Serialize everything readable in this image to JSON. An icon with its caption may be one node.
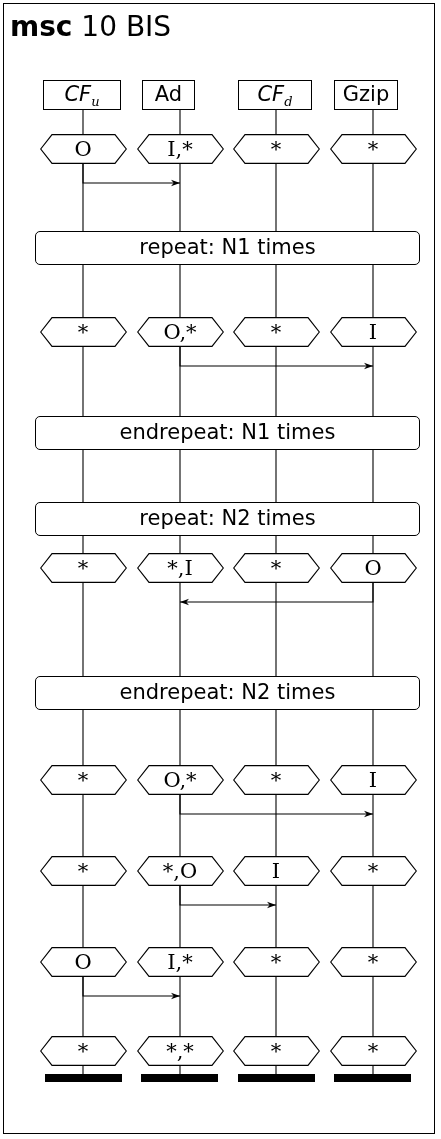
{
  "diagram": {
    "title": "**msc** 10 BIS",
    "nodes": [
      {
        "text": [
          "*CF*$_{u}$"
        ]
      },
      {
        "text": [
          "Ad"
        ]
      },
      {
        "text": [
          "*CF*$_{d}$"
        ]
      },
      {
        "text": [
          "Gzip"
        ]
      },
      {
        "text": [
          "O"
        ]
      },
      {
        "text": [
          "I,*"
        ]
      },
      {
        "text": [
          "*"
        ]
      },
      {
        "text": [
          "*"
        ]
      },
      {
        "text": [
          "repeat: N1 times"
        ]
      },
      {
        "text": [
          "*"
        ]
      },
      {
        "text": [
          "O,*"
        ]
      },
      {
        "text": [
          "*"
        ]
      },
      {
        "text": [
          "I"
        ]
      },
      {
        "text": [
          "endrepeat: N1 times"
        ]
      },
      {
        "text": [
          "repeat: N2 times"
        ]
      },
      {
        "text": [
          "*"
        ]
      },
      {
        "text": [
          "*,I"
        ]
      },
      {
        "text": [
          "*"
        ]
      },
      {
        "text": [
          "O"
        ]
      },
      {
        "text": [
          "endrepeat: N2 times"
        ]
      },
      {
        "text": [
          "*"
        ]
      },
      {
        "text": [
          "O,*"
        ]
      },
      {
        "text": [
          "*"
        ]
      },
      {
        "text": [
          "I"
        ]
      },
      {
        "text": [
          "*"
        ]
      },
      {
        "text": [
          "*,O"
        ]
      },
      {
        "text": [
          "I"
        ]
      },
      {
        "text": [
          "*"
        ]
      },
      {
        "text": [
          "O"
        ]
      },
      {
        "text": [
          "I,*"
        ]
      },
      {
        "text": [
          "*"
        ]
      },
      {
        "text": [
          "*"
        ]
      },
      {
        "text": [
          "*"
        ]
      },
      {
        "text": [
          "*,*"
        ]
      },
      {
        "text": [
          "*"
        ]
      },
      {
        "text": [
          "*"
        ]
      },
      {
        "text": [],
        "shape": "bar"
      },
      {
        "text": [],
        "shape": "bar"
      },
      {
        "text": [],
        "shape": "bar"
      },
      {
        "text": [],
        "shape": "bar"
      }
    ],
    "edges": [
      {
        "from": 0,
        "to": 4,
        "arrow": "none"
      },
      {
        "from": 4,
        "to": 8,
        "arrow": "none"
      },
      {
        "from": 8,
        "to": 9,
        "arrow": "none"
      },
      {
        "from": 9,
        "to": 13,
        "arrow": "none"
      },
      {
        "from": 13,
        "to": 14,
        "arrow": "none"
      },
      {
        "from": 14,
        "to": 15,
        "arrow": "none"
      },
      {
        "from": 15,
        "to": 19,
        "arrow": "none"
      },
      {
        "from": 19,
        "to": 20,
        "arrow": "none"
      },
      {
        "from": 20,
        "to": 24,
        "arrow": "none"
      },
      {
        "from": 24,
        "to": 28,
        "arrow": "none"
      },
      {
        "from": 28,
        "to": 32,
        "arrow": "none"
      },
      {
        "from": 32,
        "to": 36,
        "arrow": "none"
      },
      {
        "from": 1,
        "to": 5,
        "arrow": "none"
      },
      {
        "from": 5,
        "to": 8,
        "arrow": "none"
      },
      {
        "from": 8,
        "to": 10,
        "arrow": "none"
      },
      {
        "from": 10,
        "to": 13,
        "arrow": "none"
      },
      {
        "from": 13,
        "to": 14,
        "arrow": "none"
      },
      {
        "from": 14,
        "to": 16,
        "arrow": "none"
      },
      {
        "from": 16,
        "to": 19,
        "arrow": "none"
      },
      {
        "from": 19,
        "to": 21,
        "arrow": "none"
      },
      {
        "from": 21,
        "to": 25,
        "arrow": "none"
      },
      {
        "from": 25,
        "to": 29,
        "arrow": "none"
      },
      {
        "from": 29,
        "to": 33,
        "arrow": "none"
      },
      {
        "from": 33,
        "to": 37,
        "arrow": "none"
      },
      {
        "from": 2,
        "to": 6,
        "arrow": "none"
      },
      {
        "from": 6,
        "to": 8,
        "arrow": "none"
      },
      {
        "from": 8,
        "to": 11,
        "arrow": "none"
      },
      {
        "from": 11,
        "to": 13,
        "arrow": "none"
      },
      {
        "from": 13,
        "to": 14,
        "arrow": "none"
      },
      {
        "from": 14,
        "to": 17,
        "arrow": "none"
      },
      {
        "from": 17,
        "to": 19,
        "arrow": "none"
      },
      {
        "from": 19,
        "to": 22,
        "arrow": "none"
      },
      {
        "from": 22,
        "to": 26,
        "arrow": "none"
      },
      {
        "from": 26,
        "to": 30,
        "arrow": "none"
      },
      {
        "from": 30,
        "to": 34,
        "arrow": "none"
      },
      {
        "from": 34,
        "to": 38,
        "arrow": "none"
      },
      {
        "from": 3,
        "to": 7,
        "arrow": "none"
      },
      {
        "from": 7,
        "to": 8,
        "arrow": "none"
      },
      {
        "from": 8,
        "to": 12,
        "arrow": "none"
      },
      {
        "from": 12,
        "to": 13,
        "arrow": "none"
      },
      {
        "from": 13,
        "to": 14,
        "arrow": "none"
      },
      {
        "from": 14,
        "to": 18,
        "arrow": "none"
      },
      {
        "from": 18,
        "to": 19,
        "arrow": "none"
      },
      {
        "from": 19,
        "to": 23,
        "arrow": "none"
      },
      {
        "from": 23,
        "to": 27,
        "arrow": "none"
      },
      {
        "from": 27,
        "to": 31,
        "arrow": "none"
      },
      {
        "from": 31,
        "to": 35,
        "arrow": "none"
      },
      {
        "from": 35,
        "to": 39,
        "arrow": "none"
      },
      {
        "from": 4,
        "to": 5,
        "arrow": "to"
      },
      {
        "from": 10,
        "to": 12,
        "arrow": "to"
      },
      {
        "from": 18,
        "to": 16,
        "arrow": "to"
      },
      {
        "from": 21,
        "to": 23,
        "arrow": "to"
      },
      {
        "from": 25,
        "to": 26,
        "arrow": "to"
      },
      {
        "from": 28,
        "to": 29,
        "arrow": "to"
      }
    ]
  }
}
